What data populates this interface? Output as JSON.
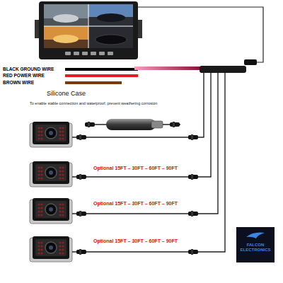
{
  "diagram": {
    "nodes": [
      {
        "text": [
          "FALCON ELECTRONICS"
        ]
      }
    ],
    "labels": [
      "BLACK GROUND WIRE",
      "RED POWER WIRE",
      "BROWN WIRE",
      "Silicone Case",
      "To enable stable connection and waterproof, prevent weathering corrosion",
      "Optional 15FT – 30FT – 60FT – 90FT",
      "Optional 15FT – 30FT – 60FT – 90FT",
      "Optional 15FT – 30FT – 60FT – 90FT"
    ]
  }
}
